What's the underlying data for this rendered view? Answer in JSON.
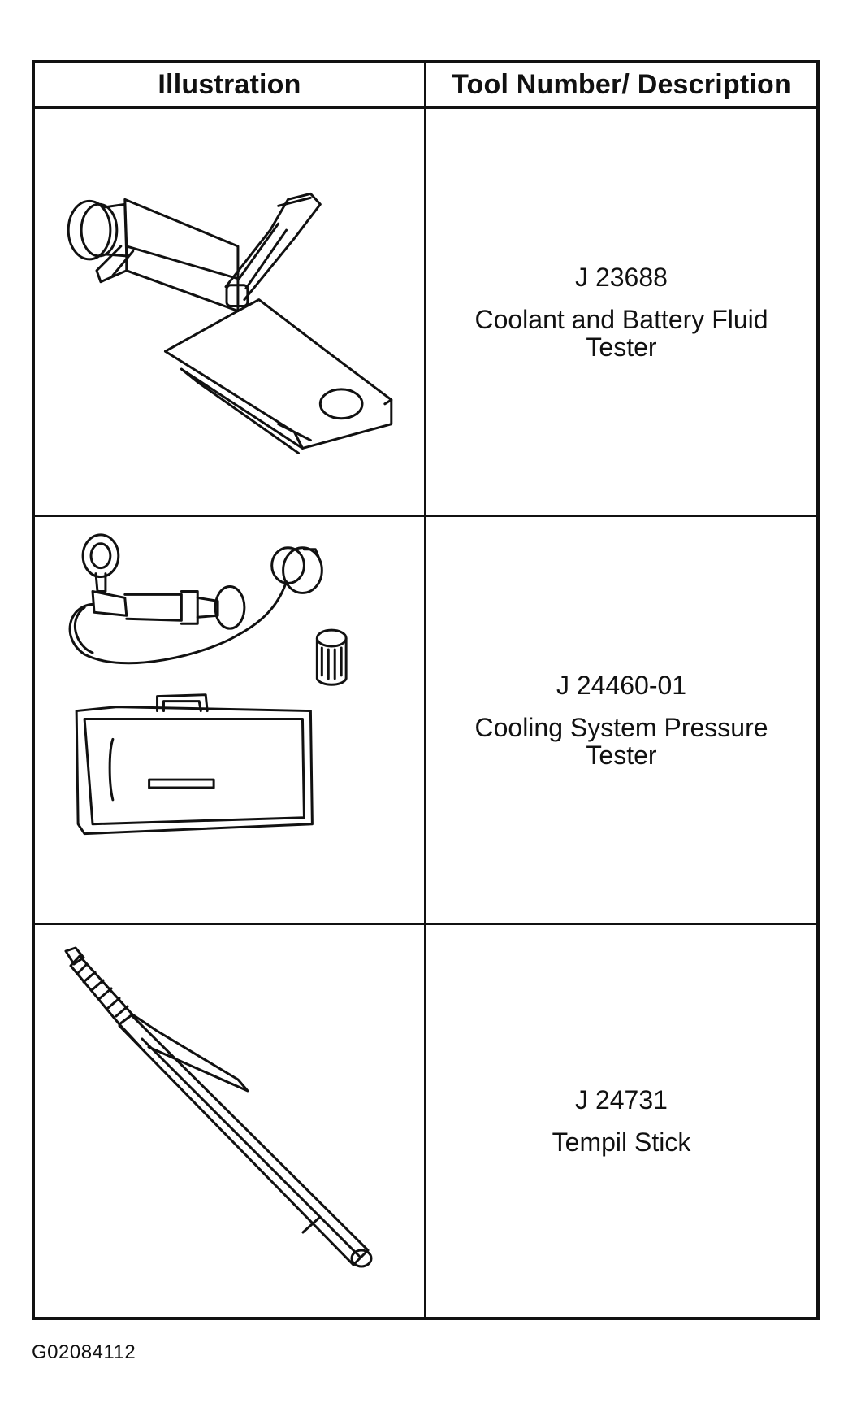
{
  "table": {
    "header": {
      "illustration": "Illustration",
      "tool_number_description": "Tool Number/ Description"
    },
    "rows": [
      {
        "tool_number": "J 23688",
        "description": "Coolant and Battery Fluid\nTester",
        "illustration_icon": "refractometer-tester-icon"
      },
      {
        "tool_number": "J 24460-01",
        "description": "Cooling System Pressure\nTester",
        "illustration_icon": "pressure-tester-kit-icon"
      },
      {
        "tool_number": "J 24731",
        "description": "Tempil Stick",
        "illustration_icon": "tempil-stick-icon"
      }
    ]
  },
  "figure_code": "G02084112",
  "colors": {
    "ink": "#111111",
    "background": "#ffffff"
  }
}
